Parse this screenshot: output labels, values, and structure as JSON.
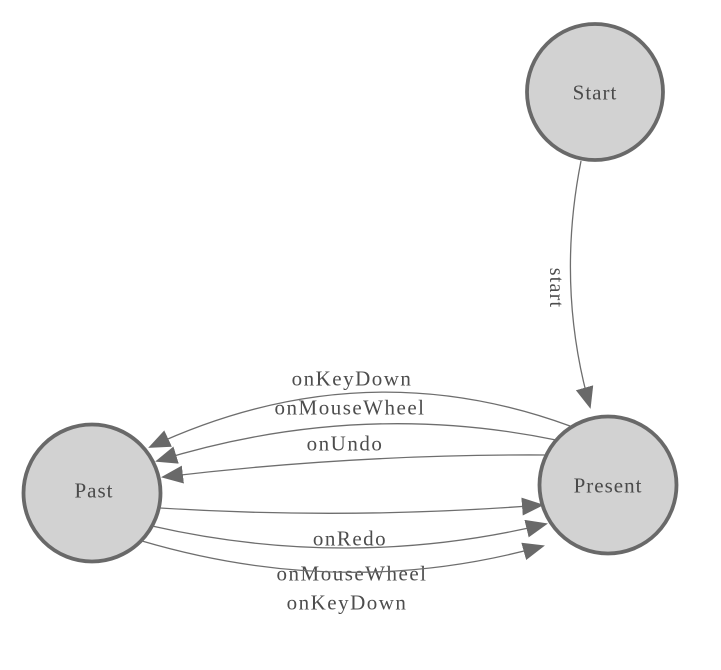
{
  "diagram": {
    "kind": "state-machine-diagram",
    "background_color": "#ffffff",
    "colors": {
      "node_fill": "#d2d2d2",
      "node_border": "#696969",
      "edge_line": "#6e6e6e",
      "arrowhead": "#696969",
      "label_text": "#4a4a4a"
    },
    "nodes": [
      {
        "id": "start",
        "label": "Start"
      },
      {
        "id": "past",
        "label": "Past"
      },
      {
        "id": "present",
        "label": "Present"
      }
    ],
    "edges": [
      {
        "from": "Start",
        "to": "Present",
        "label": "start"
      },
      {
        "from": "Present",
        "to": "Past",
        "label": "onKeyDown"
      },
      {
        "from": "Present",
        "to": "Past",
        "label": "onMouseWheel"
      },
      {
        "from": "Present",
        "to": "Past",
        "label": "onUndo"
      },
      {
        "from": "Past",
        "to": "Present",
        "label": "onRedo"
      },
      {
        "from": "Past",
        "to": "Present",
        "label": "onMouseWheel"
      },
      {
        "from": "Past",
        "to": "Present",
        "label": "onKeyDown"
      }
    ]
  }
}
